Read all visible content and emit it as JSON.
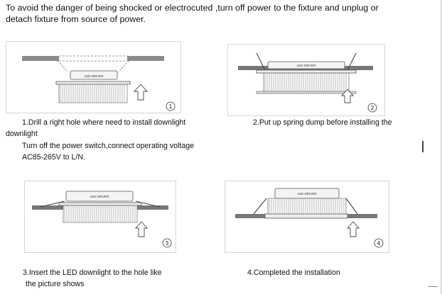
{
  "intro": {
    "line1": "To avoid the danger of being shocked or electrocuted ,turn off power to the fixture and unplug or",
    "line2": "detach fixture from source of power."
  },
  "labels": {
    "driver": "LED DRIVER"
  },
  "steps": [
    {
      "number": "1",
      "lines": [
        "1.Drill a right hole where need to install downlight",
        "downlight",
        "Turn off the power switch,connect operating voltage",
        "AC85-265V to L/N."
      ]
    },
    {
      "number": "2",
      "lines": [
        "2.Put up spring dump before installing the"
      ]
    },
    {
      "number": "3",
      "lines": [
        "3.Insert the LED downlight to the hole like",
        "the picture shows"
      ]
    },
    {
      "number": "4",
      "lines": [
        "4.Completed the installation"
      ]
    }
  ]
}
